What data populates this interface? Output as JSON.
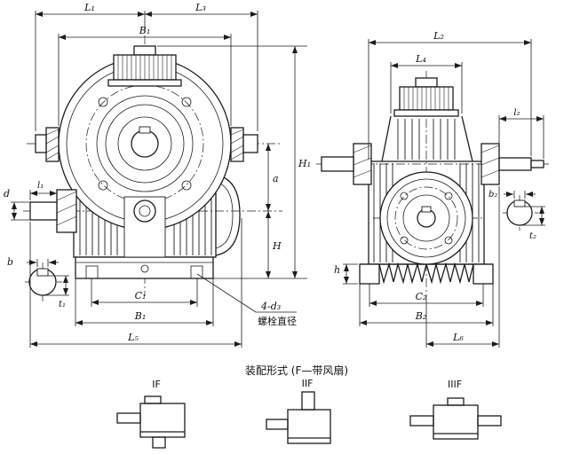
{
  "drawing": {
    "front_view": {
      "dim_L1": "L₁",
      "dim_L3": "L₃",
      "dim_B1_top": "B₁",
      "dim_d": "d",
      "dim_l1": "l₁",
      "dim_b": "b",
      "dim_t1": "t₁",
      "dim_a": "a",
      "dim_H": "H",
      "dim_H1": "H₁",
      "dim_C1": "C₁",
      "dim_B1_bottom": "B₁",
      "dim_L5": "L₅",
      "bolt_note_line1": "4-d₃",
      "bolt_note_line2": "螺栓直径"
    },
    "side_view": {
      "dim_L2": "L₂",
      "dim_L4": "L₄",
      "dim_l2": "l₂",
      "dim_b2": "b₂",
      "dim_t2": "t₂",
      "dim_h": "h",
      "dim_C2": "C₂",
      "dim_B2": "B₂",
      "dim_L6": "L₆"
    },
    "assembly": {
      "caption": "装配形式 (F—带风扇)",
      "variants": [
        "IF",
        "IIF",
        "IIIF"
      ]
    }
  }
}
